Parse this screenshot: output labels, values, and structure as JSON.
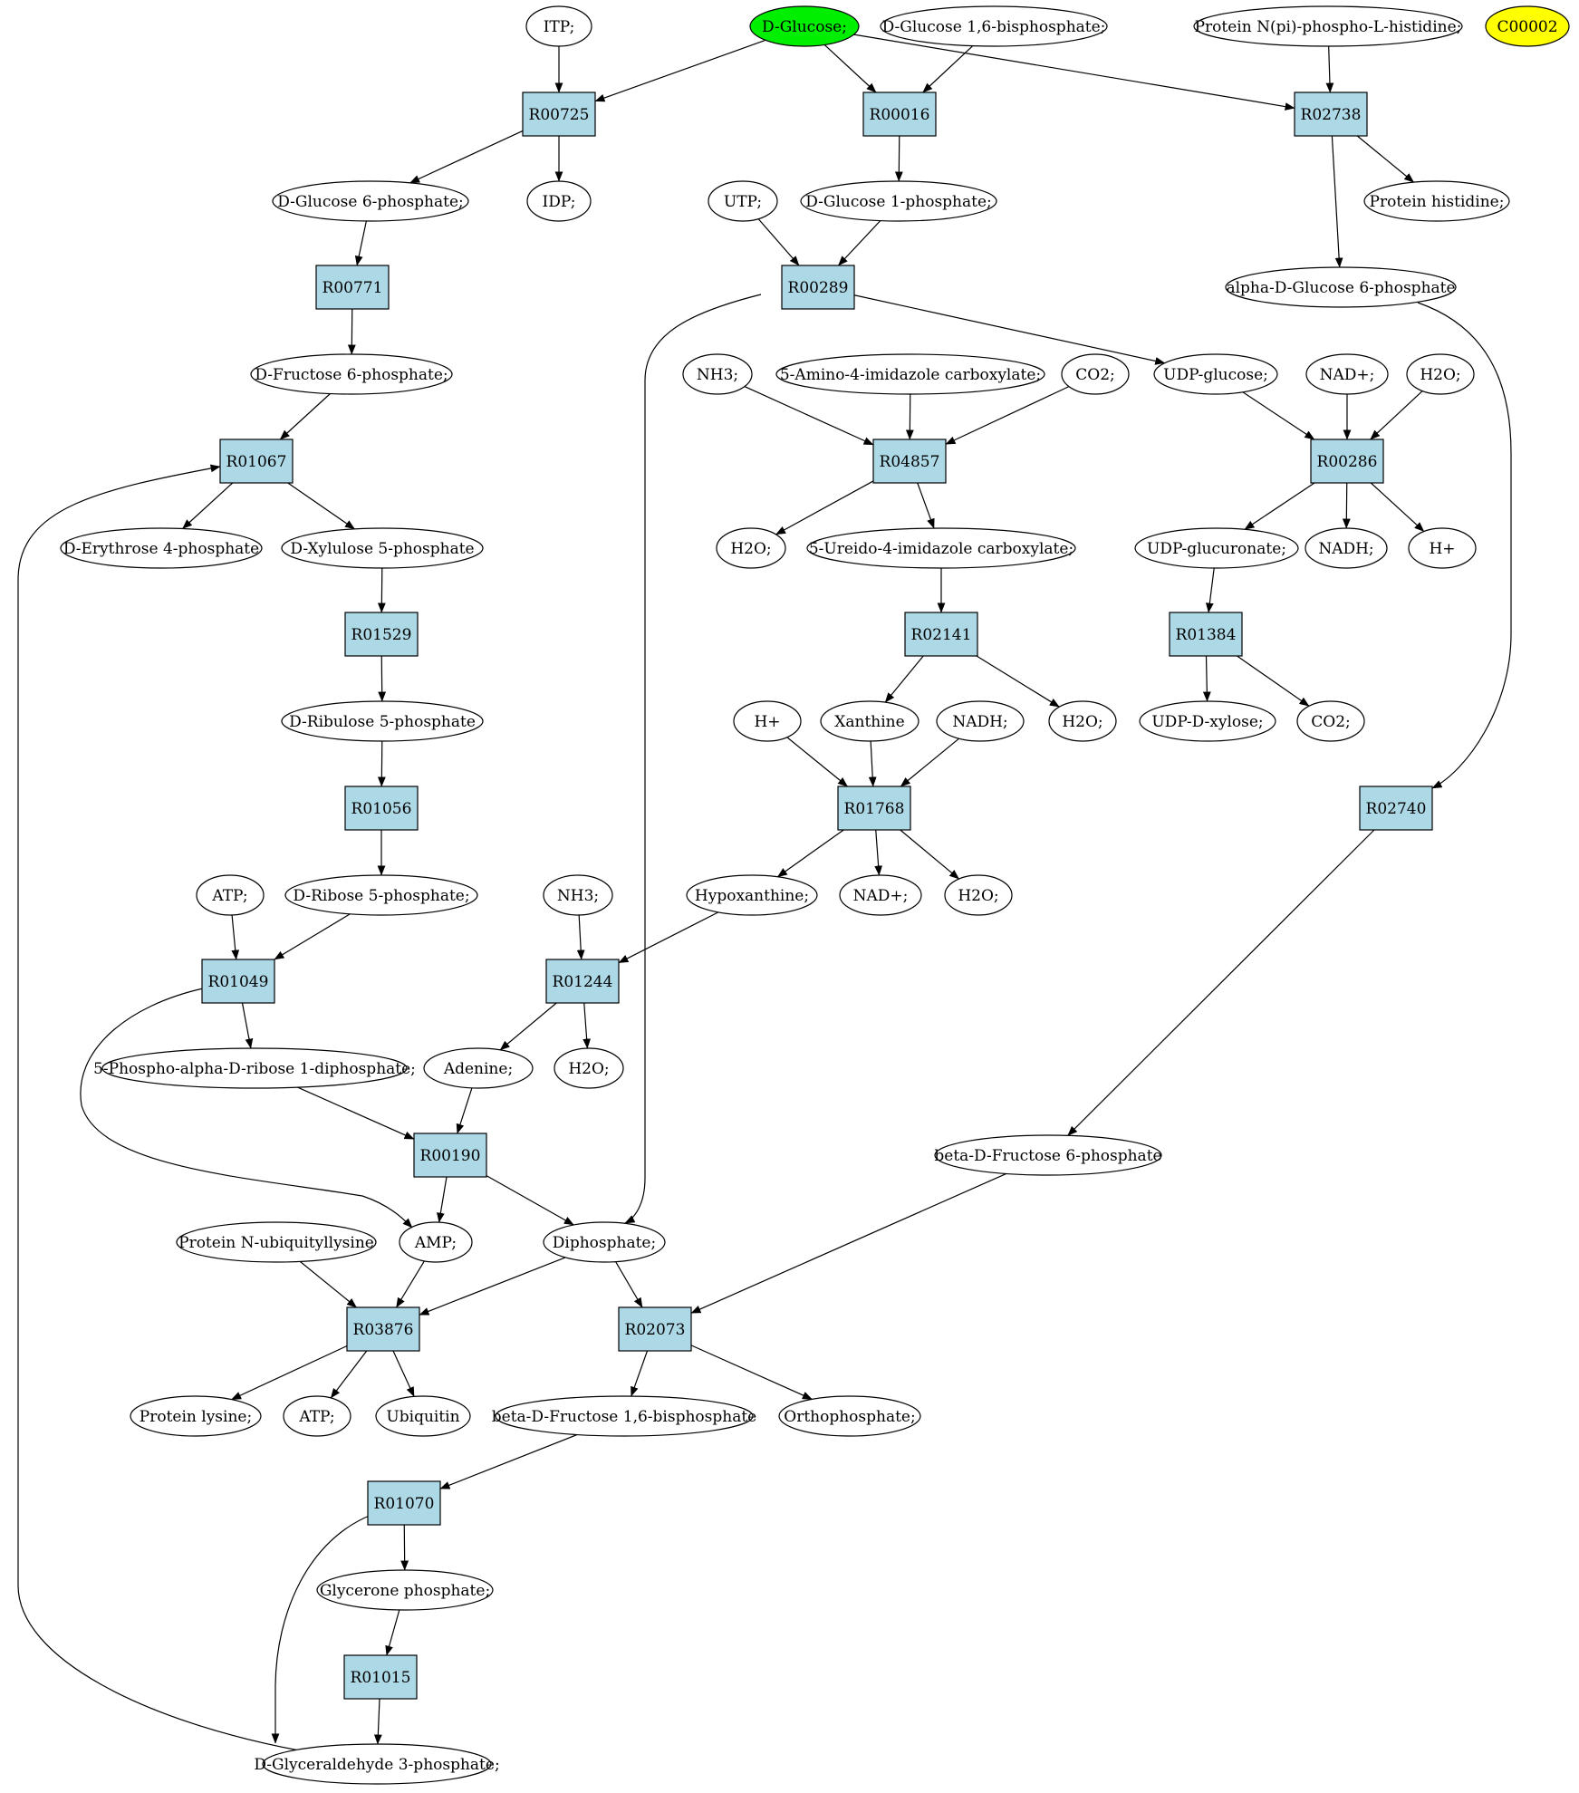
{
  "colors": {
    "reaction_fill": "#add8e6",
    "compound_fill": "#ffffff",
    "highlight_green": "#00ee00",
    "highlight_yellow": "#ffff00",
    "stroke": "#000000"
  },
  "nodes": [
    {
      "id": "itp",
      "label": "ITP;",
      "kind": "compound"
    },
    {
      "id": "dglucose",
      "label": "D-Glucose;",
      "kind": "compound",
      "fill": "highlight_green"
    },
    {
      "id": "dg16bp",
      "label": "D-Glucose 1,6-bisphosphate;",
      "kind": "compound"
    },
    {
      "id": "protnpi",
      "label": "Protein N(pi)-phospho-L-histidine;",
      "kind": "compound"
    },
    {
      "id": "c00002",
      "label": "C00002",
      "kind": "compound",
      "fill": "highlight_yellow"
    },
    {
      "id": "R00725",
      "label": "R00725",
      "kind": "reaction"
    },
    {
      "id": "R00016",
      "label": "R00016",
      "kind": "reaction"
    },
    {
      "id": "R02738",
      "label": "R02738",
      "kind": "reaction"
    },
    {
      "id": "dg6p",
      "label": "D-Glucose 6-phosphate;",
      "kind": "compound"
    },
    {
      "id": "idp",
      "label": "IDP;",
      "kind": "compound"
    },
    {
      "id": "utp",
      "label": "UTP;",
      "kind": "compound"
    },
    {
      "id": "dg1p",
      "label": "D-Glucose 1-phosphate;",
      "kind": "compound"
    },
    {
      "id": "prothis",
      "label": "Protein histidine;",
      "kind": "compound"
    },
    {
      "id": "R00771",
      "label": "R00771",
      "kind": "reaction"
    },
    {
      "id": "R00289",
      "label": "R00289",
      "kind": "reaction"
    },
    {
      "id": "adg6p",
      "label": "alpha-D-Glucose 6-phosphate",
      "kind": "compound"
    },
    {
      "id": "df6p",
      "label": "D-Fructose 6-phosphate;",
      "kind": "compound"
    },
    {
      "id": "nh3a",
      "label": "NH3;",
      "kind": "compound"
    },
    {
      "id": "aica",
      "label": "5-Amino-4-imidazole carboxylate;",
      "kind": "compound"
    },
    {
      "id": "co2a",
      "label": "CO2;",
      "kind": "compound"
    },
    {
      "id": "udpglc",
      "label": "UDP-glucose;",
      "kind": "compound"
    },
    {
      "id": "nadp",
      "label": "NAD+;",
      "kind": "compound"
    },
    {
      "id": "h2oa",
      "label": "H2O;",
      "kind": "compound"
    },
    {
      "id": "R01067",
      "label": "R01067",
      "kind": "reaction"
    },
    {
      "id": "R04857",
      "label": "R04857",
      "kind": "reaction"
    },
    {
      "id": "R00286",
      "label": "R00286",
      "kind": "reaction"
    },
    {
      "id": "de4p",
      "label": "D-Erythrose 4-phosphate",
      "kind": "compound"
    },
    {
      "id": "dx5p",
      "label": "D-Xylulose 5-phosphate",
      "kind": "compound"
    },
    {
      "id": "h2ob",
      "label": "H2O;",
      "kind": "compound"
    },
    {
      "id": "uica",
      "label": "5-Ureido-4-imidazole carboxylate;",
      "kind": "compound"
    },
    {
      "id": "udpgln",
      "label": "UDP-glucuronate;",
      "kind": "compound"
    },
    {
      "id": "nadha",
      "label": "NADH;",
      "kind": "compound"
    },
    {
      "id": "hpa",
      "label": "H+",
      "kind": "compound"
    },
    {
      "id": "R01529",
      "label": "R01529",
      "kind": "reaction"
    },
    {
      "id": "R02141",
      "label": "R02141",
      "kind": "reaction"
    },
    {
      "id": "R01384",
      "label": "R01384",
      "kind": "reaction"
    },
    {
      "id": "dr5p",
      "label": "D-Ribulose 5-phosphate",
      "kind": "compound"
    },
    {
      "id": "hpb",
      "label": "H+",
      "kind": "compound"
    },
    {
      "id": "xanth",
      "label": "Xanthine",
      "kind": "compound"
    },
    {
      "id": "nadhb",
      "label": "NADH;",
      "kind": "compound"
    },
    {
      "id": "h2oc",
      "label": "H2O;",
      "kind": "compound"
    },
    {
      "id": "udpxyl",
      "label": "UDP-D-xylose;",
      "kind": "compound"
    },
    {
      "id": "co2b",
      "label": "CO2;",
      "kind": "compound"
    },
    {
      "id": "R01056",
      "label": "R01056",
      "kind": "reaction"
    },
    {
      "id": "R01768",
      "label": "R01768",
      "kind": "reaction"
    },
    {
      "id": "R02740",
      "label": "R02740",
      "kind": "reaction"
    },
    {
      "id": "atpa",
      "label": "ATP;",
      "kind": "compound"
    },
    {
      "id": "drib5p",
      "label": "D-Ribose 5-phosphate;",
      "kind": "compound"
    },
    {
      "id": "nh3b",
      "label": "NH3;",
      "kind": "compound"
    },
    {
      "id": "hypox",
      "label": "Hypoxanthine;",
      "kind": "compound"
    },
    {
      "id": "nadpb",
      "label": "NAD+;",
      "kind": "compound"
    },
    {
      "id": "h2od",
      "label": "H2O;",
      "kind": "compound"
    },
    {
      "id": "R01049",
      "label": "R01049",
      "kind": "reaction"
    },
    {
      "id": "R01244",
      "label": "R01244",
      "kind": "reaction"
    },
    {
      "id": "prpp",
      "label": "5-Phospho-alpha-D-ribose 1-diphosphate;",
      "kind": "compound"
    },
    {
      "id": "adenine",
      "label": "Adenine;",
      "kind": "compound"
    },
    {
      "id": "h2oe",
      "label": "H2O;",
      "kind": "compound"
    },
    {
      "id": "R00190",
      "label": "R00190",
      "kind": "reaction"
    },
    {
      "id": "bdf6p",
      "label": "beta-D-Fructose 6-phosphate",
      "kind": "compound"
    },
    {
      "id": "protub",
      "label": "Protein N-ubiquityllysine",
      "kind": "compound"
    },
    {
      "id": "amp",
      "label": "AMP;",
      "kind": "compound"
    },
    {
      "id": "diph",
      "label": "Diphosphate;",
      "kind": "compound"
    },
    {
      "id": "R03876",
      "label": "R03876",
      "kind": "reaction"
    },
    {
      "id": "R02073",
      "label": "R02073",
      "kind": "reaction"
    },
    {
      "id": "protlys",
      "label": "Protein lysine;",
      "kind": "compound"
    },
    {
      "id": "atpb",
      "label": "ATP;",
      "kind": "compound"
    },
    {
      "id": "ubiq",
      "label": "Ubiquitin",
      "kind": "compound"
    },
    {
      "id": "bdf16bp",
      "label": "beta-D-Fructose 1,6-bisphosphate",
      "kind": "compound"
    },
    {
      "id": "orthop",
      "label": "Orthophosphate;",
      "kind": "compound"
    },
    {
      "id": "R01070",
      "label": "R01070",
      "kind": "reaction"
    },
    {
      "id": "glycp",
      "label": "Glycerone phosphate;",
      "kind": "compound"
    },
    {
      "id": "R01015",
      "label": "R01015",
      "kind": "reaction"
    },
    {
      "id": "dga3p",
      "label": "D-Glyceraldehyde 3-phosphate;",
      "kind": "compound"
    }
  ],
  "edges": [
    [
      "itp",
      "R00725"
    ],
    [
      "dglucose",
      "R00725"
    ],
    [
      "dglucose",
      "R00016"
    ],
    [
      "dg16bp",
      "R00016"
    ],
    [
      "dglucose",
      "R02738"
    ],
    [
      "protnpi",
      "R02738"
    ],
    [
      "R00725",
      "dg6p"
    ],
    [
      "R00725",
      "idp"
    ],
    [
      "R00016",
      "dg1p"
    ],
    [
      "R02738",
      "prothis"
    ],
    [
      "R02738",
      "adg6p"
    ],
    [
      "dg6p",
      "R00771"
    ],
    [
      "R00771",
      "df6p"
    ],
    [
      "utp",
      "R00289"
    ],
    [
      "dg1p",
      "R00289"
    ],
    [
      "R00289",
      "udpglc"
    ],
    [
      "R00289",
      "diph"
    ],
    [
      "df6p",
      "R01067"
    ],
    [
      "R01067",
      "de4p"
    ],
    [
      "R01067",
      "dx5p"
    ],
    [
      "dga3p",
      "R01067"
    ],
    [
      "nh3a",
      "R04857"
    ],
    [
      "aica",
      "R04857"
    ],
    [
      "co2a",
      "R04857"
    ],
    [
      "R04857",
      "h2ob"
    ],
    [
      "R04857",
      "uica"
    ],
    [
      "udpglc",
      "R00286"
    ],
    [
      "nadp",
      "R00286"
    ],
    [
      "h2oa",
      "R00286"
    ],
    [
      "R00286",
      "udpgln"
    ],
    [
      "R00286",
      "nadha"
    ],
    [
      "R00286",
      "hpa"
    ],
    [
      "dx5p",
      "R01529"
    ],
    [
      "R01529",
      "dr5p"
    ],
    [
      "uica",
      "R02141"
    ],
    [
      "R02141",
      "xanth"
    ],
    [
      "R02141",
      "h2oc"
    ],
    [
      "udpgln",
      "R01384"
    ],
    [
      "R01384",
      "udpxyl"
    ],
    [
      "R01384",
      "co2b"
    ],
    [
      "dr5p",
      "R01056"
    ],
    [
      "R01056",
      "drib5p"
    ],
    [
      "hpb",
      "R01768"
    ],
    [
      "xanth",
      "R01768"
    ],
    [
      "nadhb",
      "R01768"
    ],
    [
      "R01768",
      "hypox"
    ],
    [
      "R01768",
      "nadpb"
    ],
    [
      "R01768",
      "h2od"
    ],
    [
      "adg6p",
      "R02740"
    ],
    [
      "R02740",
      "bdf6p"
    ],
    [
      "atpa",
      "R01049"
    ],
    [
      "drib5p",
      "R01049"
    ],
    [
      "R01049",
      "prpp"
    ],
    [
      "R01049",
      "amp"
    ],
    [
      "nh3b",
      "R01244"
    ],
    [
      "hypox",
      "R01244"
    ],
    [
      "R01244",
      "adenine"
    ],
    [
      "R01244",
      "h2oe"
    ],
    [
      "prpp",
      "R00190"
    ],
    [
      "adenine",
      "R00190"
    ],
    [
      "R00190",
      "amp"
    ],
    [
      "R00190",
      "diph"
    ],
    [
      "protub",
      "R03876"
    ],
    [
      "amp",
      "R03876"
    ],
    [
      "diph",
      "R03876"
    ],
    [
      "R03876",
      "protlys"
    ],
    [
      "R03876",
      "atpb"
    ],
    [
      "R03876",
      "ubiq"
    ],
    [
      "diph",
      "R02073"
    ],
    [
      "bdf6p",
      "R02073"
    ],
    [
      "R02073",
      "bdf16bp"
    ],
    [
      "R02073",
      "orthop"
    ],
    [
      "bdf16bp",
      "R01070"
    ],
    [
      "R01070",
      "glycp"
    ],
    [
      "R01070",
      "dga3p"
    ],
    [
      "glycp",
      "R01015"
    ],
    [
      "R01015",
      "dga3p"
    ]
  ]
}
